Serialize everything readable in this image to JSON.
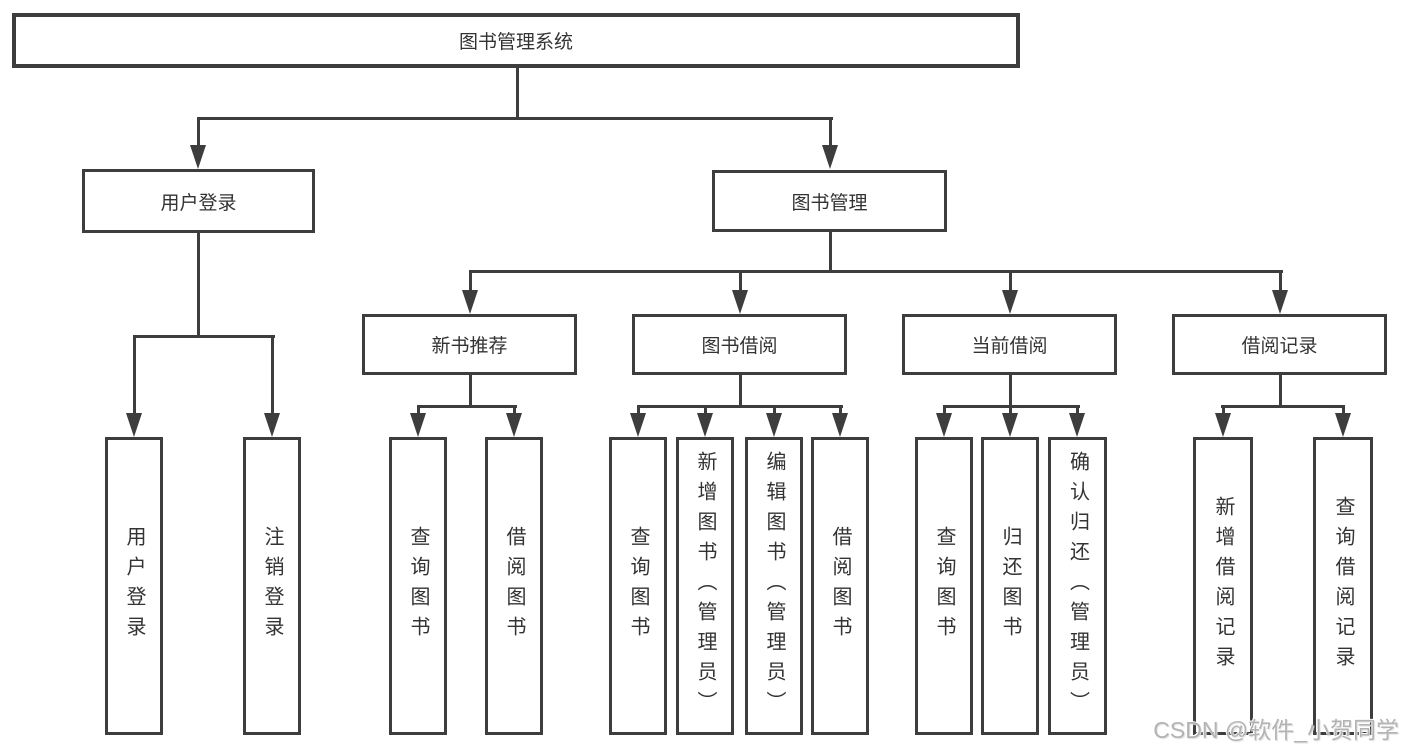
{
  "diagram": {
    "root": {
      "label": "图书管理系统"
    },
    "children": [
      {
        "label": "用户登录",
        "children": [
          {
            "label": "用户登录"
          },
          {
            "label": "注销登录"
          }
        ]
      },
      {
        "label": "图书管理",
        "children": [
          {
            "label": "新书推荐",
            "children": [
              {
                "label": "查询图书"
              },
              {
                "label": "借阅图书"
              }
            ]
          },
          {
            "label": "图书借阅",
            "children": [
              {
                "label": "查询图书"
              },
              {
                "label": "新增图书（管理员）"
              },
              {
                "label": "编辑图书（管理员）"
              },
              {
                "label": "借阅图书"
              }
            ]
          },
          {
            "label": "当前借阅",
            "children": [
              {
                "label": "查询图书"
              },
              {
                "label": "归还图书"
              },
              {
                "label": "确认归还（管理员）"
              }
            ]
          },
          {
            "label": "借阅记录",
            "children": [
              {
                "label": "新增借阅记录"
              },
              {
                "label": "查询借阅记录"
              }
            ]
          }
        ]
      }
    ]
  },
  "watermark": {
    "text": "CSDN @软件_小贺同学"
  },
  "colors": {
    "line": "#3d3d3d",
    "text": "#333333",
    "watermark": "#b3b3b3"
  }
}
